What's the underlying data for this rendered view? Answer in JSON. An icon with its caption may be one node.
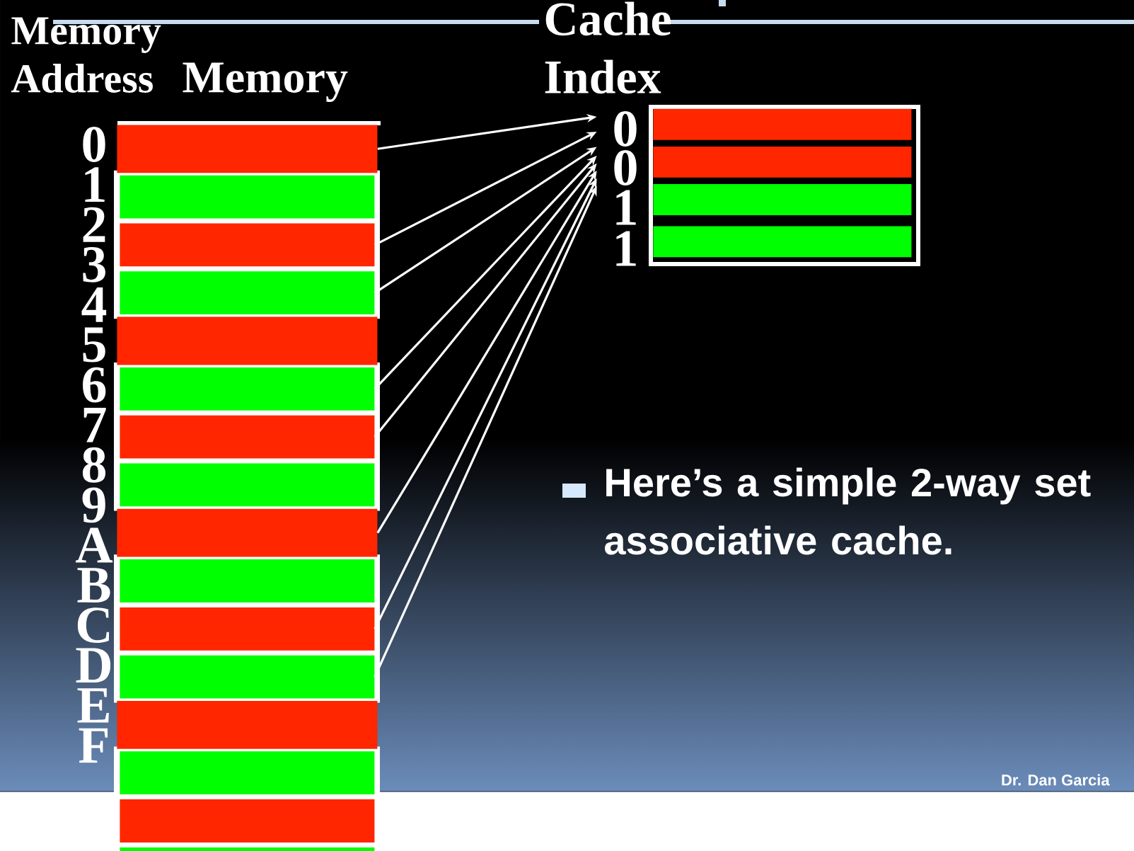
{
  "diagram": {
    "nodes": [
      {
        "text": [],
        "shape": "bar"
      },
      {
        "text": [],
        "shape": "bar"
      },
      {
        "text": [],
        "shape": "bar"
      },
      {
        "text": [],
        "shape": "bar"
      },
      {
        "text": [],
        "shape": "bar"
      },
      {
        "text": [],
        "shape": "bar"
      },
      {
        "text": [],
        "shape": "bar"
      },
      {
        "text": [],
        "shape": "bar"
      },
      {
        "text": [],
        "shape": "bar"
      },
      {
        "text": [],
        "shape": "bar"
      },
      {
        "text": [],
        "shape": "bar"
      },
      {
        "text": [],
        "shape": "bar"
      },
      {
        "text": [],
        "shape": "bar"
      },
      {
        "text": [],
        "shape": "bar"
      },
      {
        "text": [],
        "shape": "bar"
      },
      {
        "text": [],
        "shape": "bar"
      },
      {
        "text": [],
        "shape": "box"
      },
      {
        "text": [],
        "shape": "bar",
        "in": 16
      },
      {
        "text": [],
        "shape": "bar",
        "in": 16
      },
      {
        "text": [],
        "shape": "bar",
        "in": 16
      },
      {
        "text": [],
        "shape": "bar",
        "in": 16
      },
      {
        "text": [
          "0"
        ]
      },
      {
        "text": [
          "0"
        ]
      },
      {
        "text": [
          "1"
        ]
      },
      {
        "text": [
          "1"
        ]
      }
    ],
    "edges": [
      {
        "from": 0,
        "to": 21,
        "arrow": "to"
      },
      {
        "from": 2,
        "to": 21,
        "arrow": "to"
      },
      {
        "from": 3,
        "to": 21,
        "arrow": "to"
      },
      {
        "from": 5,
        "to": 22,
        "arrow": "to"
      },
      {
        "from": 6,
        "to": 22,
        "arrow": "to"
      },
      {
        "from": 8,
        "to": 22,
        "arrow": "to"
      },
      {
        "from": 10,
        "to": 22,
        "arrow": "to"
      },
      {
        "from": 11,
        "to": 22,
        "arrow": "to"
      }
    ],
    "labels": [
      "Memory Address",
      "Cache Index",
      "Memory",
      "0",
      "1",
      "2",
      "3",
      "4",
      "5",
      "6",
      "7",
      "8",
      "9",
      "A",
      "B",
      "C",
      "D",
      "E",
      "F",
      "Here’s a simple 2-way set associative cache.",
      "Dr. Dan Garcia"
    ]
  }
}
